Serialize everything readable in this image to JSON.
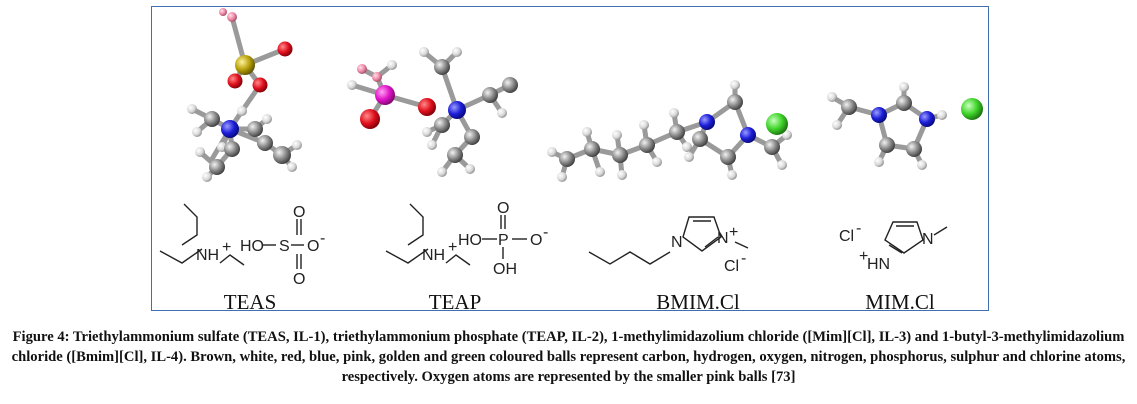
{
  "figure": {
    "labels": [
      "TEAS",
      "TEAP",
      "BMIM.Cl",
      "MIM.Cl"
    ],
    "structure_text": {
      "teas_cation": "NH",
      "teas_cation_charge": "+",
      "teas_anion_ho": "HO",
      "teas_anion_s": "S",
      "teas_anion_o_top": "O",
      "teas_anion_o_bottom": "O",
      "teas_anion_o_minus": "O",
      "teas_anion_minus": "-",
      "teap_cation": "NH",
      "teap_cation_charge": "+",
      "teap_anion_ho": "HO",
      "teap_anion_p": "P",
      "teap_anion_o_top": "O",
      "teap_anion_oh": "OH",
      "teap_anion_o_minus": "O",
      "teap_anion_minus": "-",
      "bmim_n1": "N",
      "bmim_n3": "N",
      "bmim_plus": "+",
      "bmim_cl": "Cl",
      "bmim_cl_minus": "-",
      "mim_cl": "Cl",
      "mim_cl_minus": "-",
      "mim_n": "N",
      "mim_hn": "HN",
      "mim_plus": "+"
    },
    "atom_colors": {
      "carbon": "#8a8a8a",
      "hydrogen": "#d9d9d9",
      "oxygen": "#e0101e",
      "nitrogen": "#1c1ed8",
      "phosphorus": "#e013c8",
      "sulphur": "#b8a10a",
      "chlorine": "#3fd42a",
      "small_oxygen_pink": "#f08aa8"
    },
    "frame_color": "#3f6fb0"
  },
  "caption": {
    "text": "Figure 4: Triethylammonium sulfate (TEAS, IL-1), triethylammonium phosphate (TEAP, IL-2), 1-methylimidazolium chloride ([Mim][Cl], IL-3) and 1-butyl-3-methylimidazolium chloride ([Bmim][Cl], IL-4). Brown, white, red, blue, pink, golden and green coloured balls represent carbon, hydrogen, oxygen, nitrogen, phosphorus, sulphur and chlorine atoms, respectively. Oxygen atoms are represented by the smaller pink balls [73]"
  }
}
